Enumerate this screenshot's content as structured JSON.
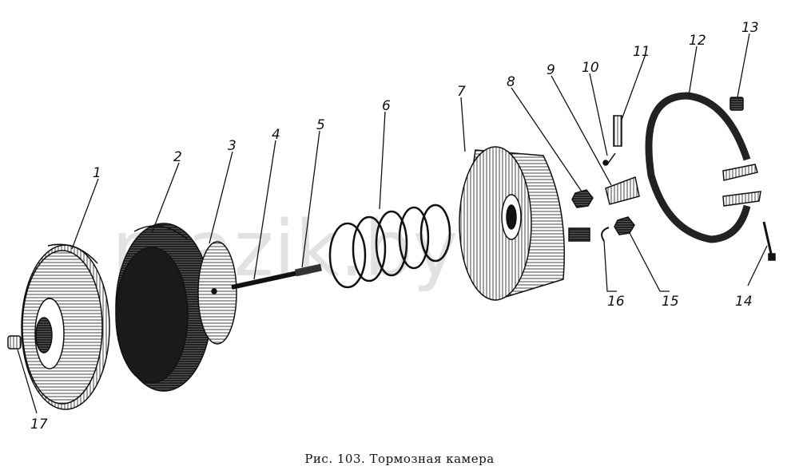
{
  "caption": "Рис. 103. Тормозная камера",
  "watermark": "mazik.by",
  "callouts": [
    "1",
    "2",
    "3",
    "4",
    "5",
    "6",
    "7",
    "8",
    "9",
    "10",
    "11",
    "12",
    "13",
    "14",
    "15",
    "16",
    "17"
  ],
  "colors": {
    "ink": "#111111",
    "paper": "#ffffff",
    "hatch": "#555555",
    "watermark": "#9a9a9a"
  }
}
